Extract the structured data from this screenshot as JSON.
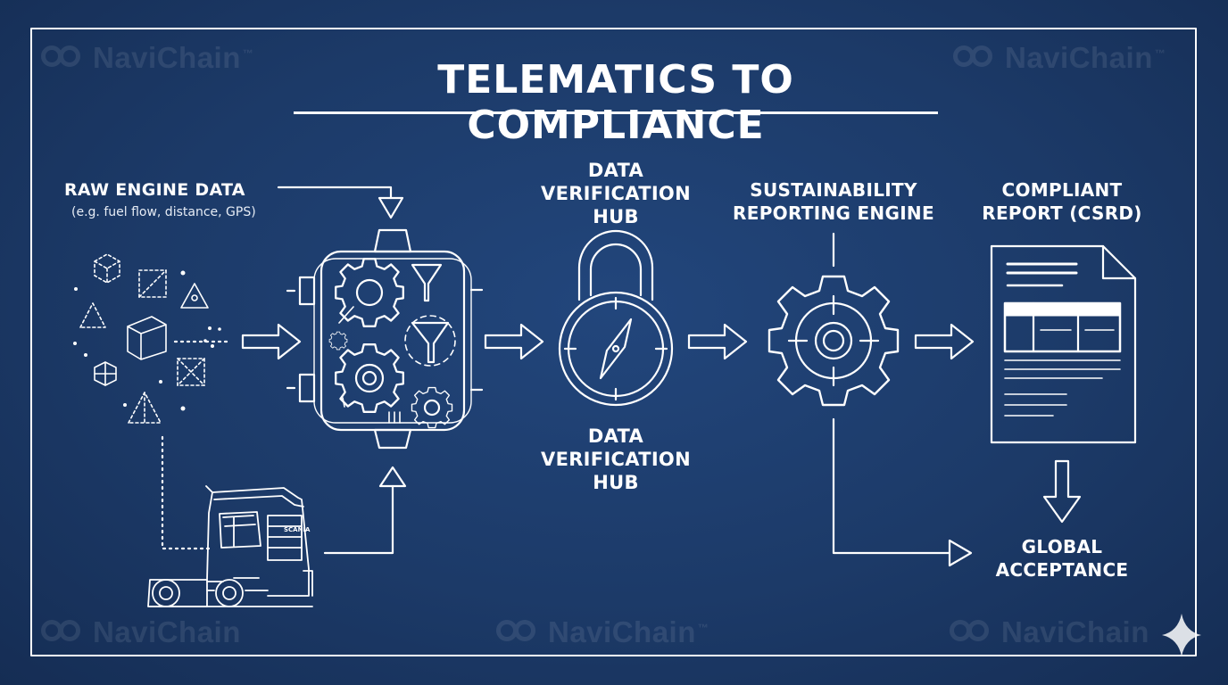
{
  "title": "TELEMATICS TO COMPLIANCE",
  "nodes": {
    "raw_engine_data": {
      "label": "RAW ENGINE DATA",
      "sublabel": "(e.g. fuel flow, distance, GPS)"
    },
    "verification_hub_top": {
      "label_lines": [
        "DATA",
        "VERIFICATION",
        "HUB"
      ]
    },
    "verification_hub_bottom": {
      "label_lines": [
        "DATA",
        "VERIFICATION",
        "HUB"
      ]
    },
    "reporting_engine": {
      "label_lines": [
        "SUSTAINABILITY",
        "REPORTING ENGINE"
      ]
    },
    "compliant_report": {
      "label_lines": [
        "COMPLIANT",
        "REPORT (CSRD)"
      ]
    },
    "global_acceptance": {
      "label_lines": [
        "GLOBAL",
        "ACCEPTANCE"
      ]
    }
  },
  "truck": {
    "brand_text": "SCANIA"
  },
  "watermark": {
    "brand": "NaviChain",
    "mark": "™"
  },
  "icons": {
    "data_points": "geometric-data-icon",
    "truck": "truck-icon",
    "processor": "gear-processor-icon",
    "hub": "padlock-compass-icon",
    "engine": "gear-target-icon",
    "report": "document-icon",
    "sparkle": "sparkle-icon"
  },
  "colors": {
    "background": "#1c3a68",
    "line": "#ffffff"
  }
}
